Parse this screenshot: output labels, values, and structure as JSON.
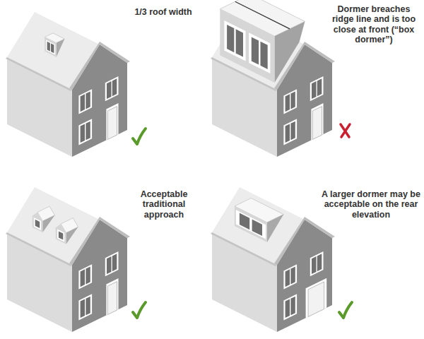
{
  "diagram": {
    "labels": [
      "1/3 roof width",
      "Dormer breaches ridge line and is too close at front (“box dormer”)",
      "Acceptable traditional approach",
      "A larger dormer may be acceptable on the rear elevation"
    ]
  }
}
